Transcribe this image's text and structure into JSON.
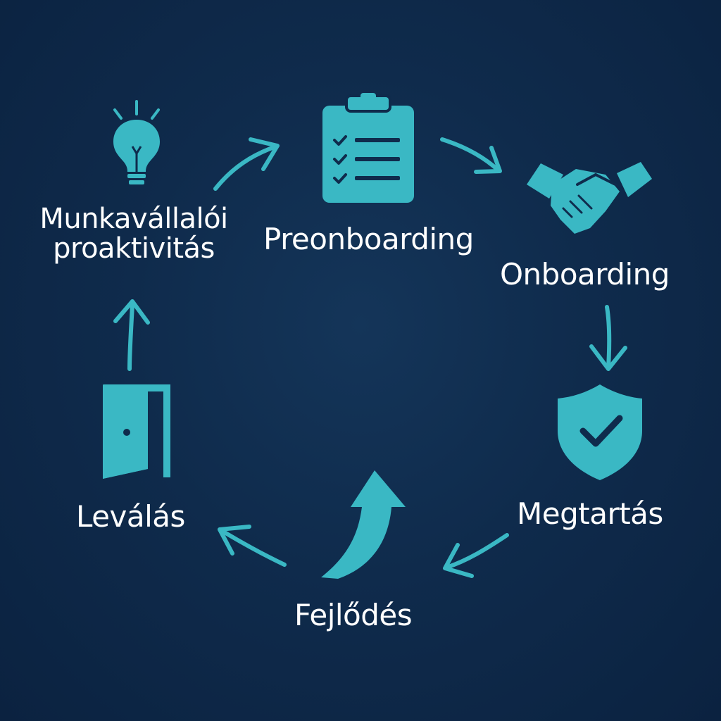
{
  "colors": {
    "background": "#0f2b4c",
    "accent": "#3ab8c4",
    "text": "#ffffff"
  },
  "stages": [
    {
      "id": "proactivity",
      "label_line1": "Munkavállalói",
      "label_line2": "proaktivitás",
      "icon": "lightbulb-icon"
    },
    {
      "id": "preonboarding",
      "label": "Preonboarding",
      "icon": "clipboard-checklist-icon"
    },
    {
      "id": "onboarding",
      "label": "Onboarding",
      "icon": "handshake-icon"
    },
    {
      "id": "retention",
      "label": "Megtartás",
      "icon": "shield-check-icon"
    },
    {
      "id": "development",
      "label": "Fejlődés",
      "icon": "growth-arrow-icon"
    },
    {
      "id": "offboarding",
      "label": "Leválás",
      "icon": "door-open-icon"
    }
  ]
}
